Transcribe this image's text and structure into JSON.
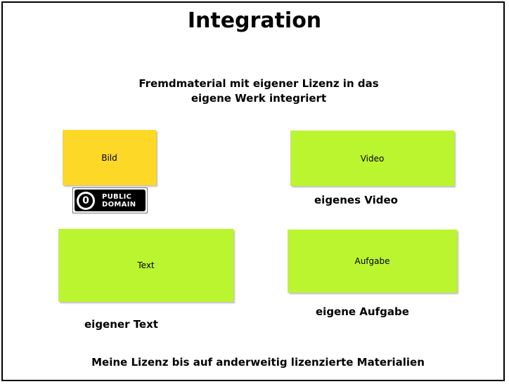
{
  "title": "Integration",
  "subtitle_line1": "Fremdmaterial mit eigener Lizenz in das",
  "subtitle_line2": "eigene Werk integriert",
  "boxes": {
    "bild": {
      "label": "Bild",
      "color": "#fdd826"
    },
    "video": {
      "label": "Video",
      "color": "#bbf530"
    },
    "text": {
      "label": "Text",
      "color": "#bbf530"
    },
    "aufgabe": {
      "label": "Aufgabe",
      "color": "#bbf530"
    }
  },
  "badge": {
    "symbol": "0",
    "line1": "PUBLIC",
    "line2": "DOMAIN"
  },
  "captions": {
    "video": "eigenes Video",
    "text": "eigener Text",
    "aufgabe": "eigene Aufgabe"
  },
  "footer": "Meine Lizenz bis auf anderweitig lizenzierte Materialien"
}
